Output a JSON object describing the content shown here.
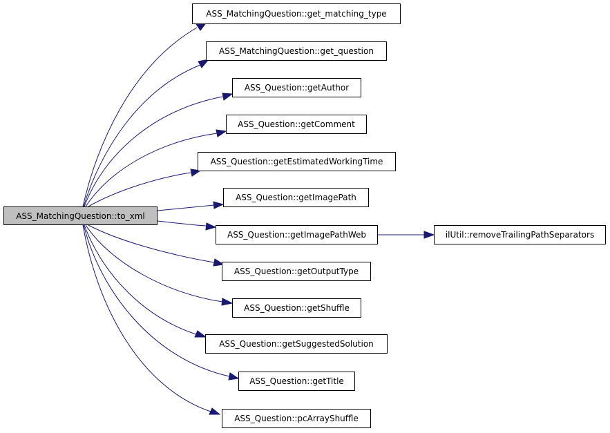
{
  "root": {
    "label": "ASS_MatchingQuestion::to_xml"
  },
  "callees": [
    {
      "id": "get-matching-type",
      "label": "ASS_MatchingQuestion::get_matching_type"
    },
    {
      "id": "get-question",
      "label": "ASS_MatchingQuestion::get_question"
    },
    {
      "id": "getauthor",
      "label": "ASS_Question::getAuthor"
    },
    {
      "id": "getcomment",
      "label": "ASS_Question::getComment"
    },
    {
      "id": "getestimatedworkingtime",
      "label": "ASS_Question::getEstimatedWorkingTime"
    },
    {
      "id": "getimagepath",
      "label": "ASS_Question::getImagePath"
    },
    {
      "id": "getimagepathweb",
      "label": "ASS_Question::getImagePathWeb"
    },
    {
      "id": "getoutputtype",
      "label": "ASS_Question::getOutputType"
    },
    {
      "id": "getshuffle",
      "label": "ASS_Question::getShuffle"
    },
    {
      "id": "getsuggestedsolution",
      "label": "ASS_Question::getSuggestedSolution"
    },
    {
      "id": "gettitle",
      "label": "ASS_Question::getTitle"
    },
    {
      "id": "pcarrayshuffle",
      "label": "ASS_Question::pcArrayShuffle"
    }
  ],
  "secondary": [
    {
      "id": "removetrailingpathseparators",
      "label": "ilUtil::removeTrailingPathSeparators",
      "called_by": "getimagepathweb"
    }
  ],
  "colors": {
    "edge": "#191970",
    "root_fill": "#bfbfbf",
    "node_fill": "#ffffff",
    "border": "#000000"
  }
}
